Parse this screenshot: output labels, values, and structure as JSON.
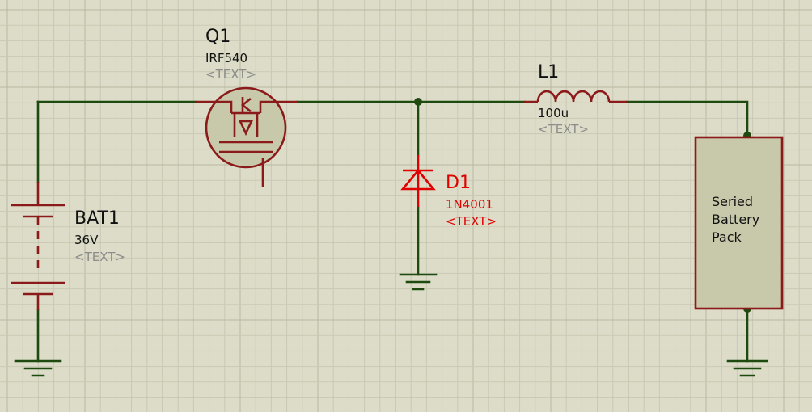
{
  "colors": {
    "background": "#dcdcc8",
    "grid_minor": "#c9c9b4",
    "grid_major": "#b9b9a2",
    "wire": "#1e4a10",
    "component": "#8b1a1a",
    "component_fill": "#c8c8aa",
    "diode": "#e00000",
    "label_text": "#111111",
    "placeholder_text": "#8c8c8c"
  },
  "components": {
    "q1": {
      "ref": "Q1",
      "value": "IRF540",
      "text": "<TEXT>",
      "icon": "n-mosfet-icon"
    },
    "l1": {
      "ref": "L1",
      "value": "100u",
      "text": "<TEXT>",
      "icon": "inductor-icon"
    },
    "d1": {
      "ref": "D1",
      "value": "1N4001",
      "text": "<TEXT>",
      "icon": "diode-icon"
    },
    "bat1": {
      "ref": "BAT1",
      "value": "36V",
      "text": "<TEXT>",
      "icon": "battery-icon"
    },
    "pack": {
      "label_lines": [
        "Seried",
        "Battery",
        "Pack"
      ]
    }
  }
}
